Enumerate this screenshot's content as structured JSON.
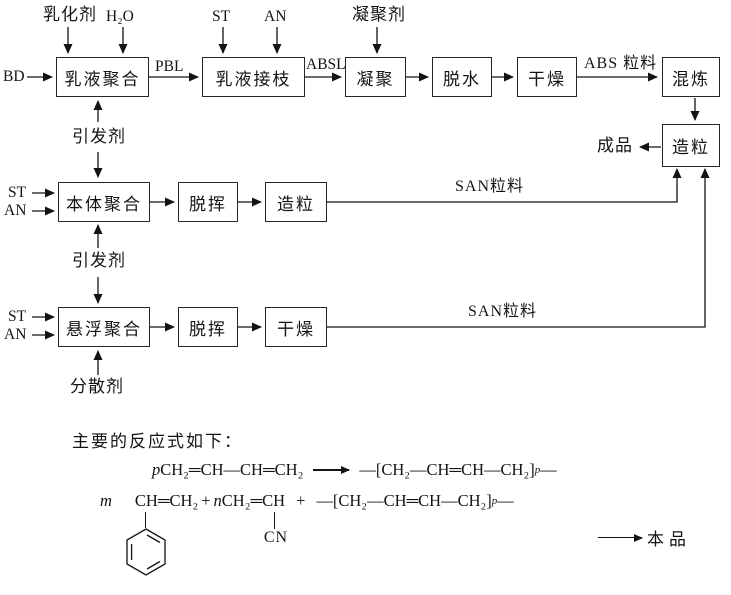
{
  "diagram": {
    "inputs": {
      "emulsifier": "乳化剂",
      "water": "H₂O",
      "st_top": "ST",
      "an_top": "AN",
      "coagulant": "凝聚剂",
      "bd": "BD",
      "initiator_1": "引发剂",
      "st_mid": "ST",
      "an_mid": "AN",
      "initiator_2": "引发剂",
      "st_bottom": "ST",
      "an_bottom": "AN",
      "dispersant": "分散剂"
    },
    "boxes": {
      "emulsion_polymerization": "乳液聚合",
      "emulsion_grafting": "乳液接枝",
      "coagulation": "凝聚",
      "dewatering": "脱水",
      "drying_top": "干燥",
      "kneading": "混炼",
      "pelletizing_final": "造粒",
      "bulk_polymerization": "本体聚合",
      "devolatilization_mid": "脱挥",
      "pelletizing_mid": "造粒",
      "suspension_polymerization": "悬浮聚合",
      "devolatilization_bottom": "脱挥",
      "drying_bottom": "干燥"
    },
    "streams": {
      "pbl": "PBL",
      "absl": "ABSL",
      "abs_pellets": "ABS 粒料",
      "san_pellets_mid": "SAN粒料",
      "san_pellets_bottom": "SAN粒料",
      "finished_product": "成品"
    }
  },
  "reactions": {
    "intro": "主要的反应式如下：",
    "eq1": {
      "coeff": "p",
      "monomer": "CH₂═CH—CH═CH₂"
    },
    "polymer": {
      "pre": "—[",
      "unit": "CH₂—CH═CH—CH₂",
      "bracket": "]",
      "sub": "p",
      "post": "—"
    },
    "eq2": {
      "coeff_m": "m",
      "styrene": "CH═CH₂",
      "plus1": "+",
      "coeff_n": "n",
      "acrylonitrile": "CH₂═CH",
      "plus2": "+",
      "cn": "CN",
      "product": "本品"
    }
  }
}
